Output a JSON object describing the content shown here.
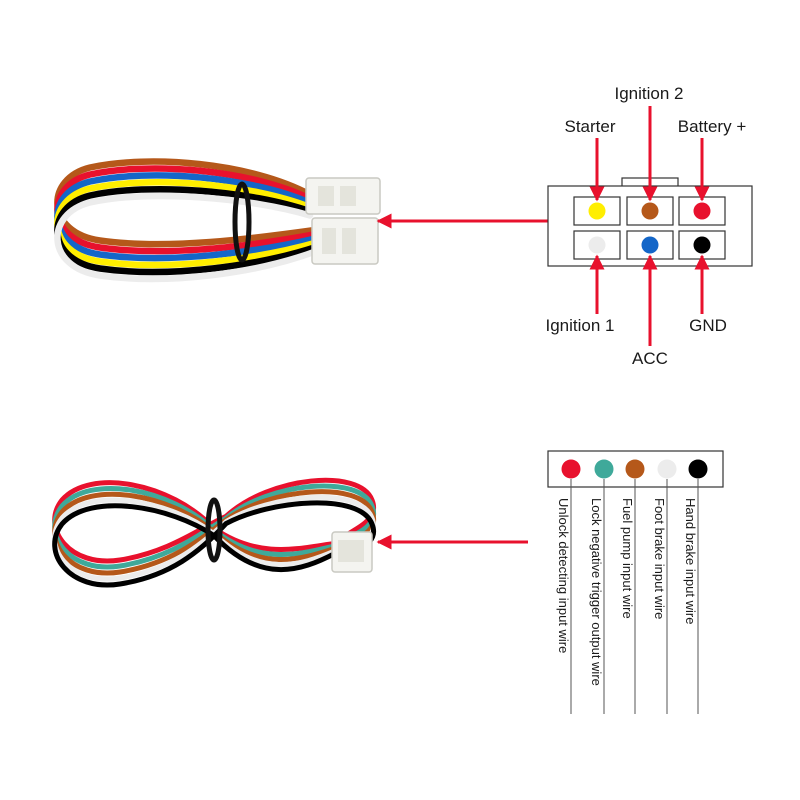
{
  "colors": {
    "arrow": "#e8112d",
    "outline": "#333333",
    "yellow": "#ffee00",
    "brown": "#b5581a",
    "red": "#e8112d",
    "white": "#ececec",
    "blue": "#1466c8",
    "black": "#000000",
    "teal": "#3fa99a"
  },
  "connector_top": {
    "pins": [
      {
        "label": "Starter",
        "color": "yellow"
      },
      {
        "label": "Ignition 2",
        "color": "brown"
      },
      {
        "label": "Battery +",
        "color": "red"
      },
      {
        "label": "Ignition 1",
        "color": "white"
      },
      {
        "label": "ACC",
        "color": "blue"
      },
      {
        "label": "GND",
        "color": "black"
      }
    ]
  },
  "connector_bottom": {
    "pins": [
      {
        "label": "Unlock detecting input wire",
        "color": "red"
      },
      {
        "label": "Lock negative trigger output wire",
        "color": "teal"
      },
      {
        "label": "Fuel pump input wire",
        "color": "brown"
      },
      {
        "label": "Foot brake input wire",
        "color": "white"
      },
      {
        "label": "Hand brake input wire",
        "color": "black"
      }
    ]
  },
  "harnesses": {
    "top": {
      "wire_icon": "six-wire-harness-icon",
      "wires": [
        "brown",
        "red",
        "blue",
        "yellow",
        "black",
        "white"
      ]
    },
    "bottom": {
      "wire_icon": "five-wire-harness-icon",
      "wires": [
        "red",
        "teal",
        "brown",
        "white",
        "black"
      ]
    }
  }
}
